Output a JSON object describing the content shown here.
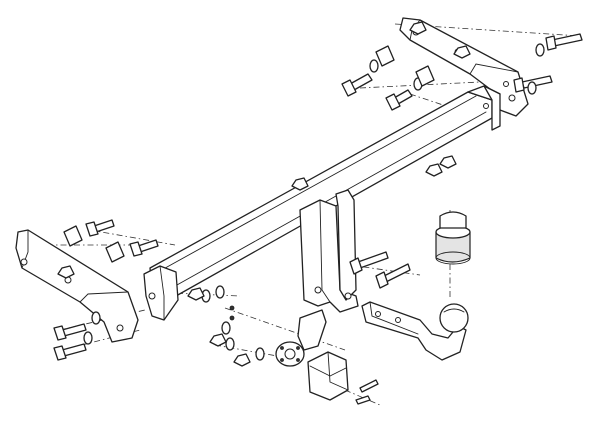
{
  "diagram": {
    "type": "exploded-assembly",
    "components": [
      "right-mounting-bracket",
      "left-mounting-bracket",
      "cross-beam",
      "center-hanger-bracket",
      "tow-ball-neck",
      "tow-ball",
      "tow-ball-cap",
      "socket-plate",
      "electrical-socket",
      "bolts",
      "washers",
      "nuts",
      "clamp-plates"
    ]
  }
}
